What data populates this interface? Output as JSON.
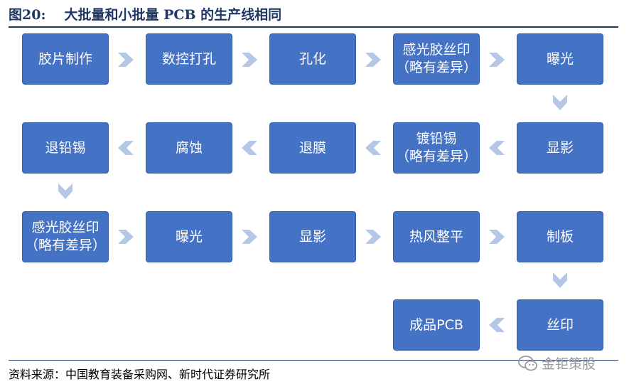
{
  "title": {
    "label": "图20:",
    "text": "大批量和小批量 PCB 的生产线相同"
  },
  "steps": {
    "s1": "胶片制作",
    "s2": "数控打孔",
    "s3": "孔化",
    "s4a": "感光胶丝印",
    "s4b": "（略有差异）",
    "s5": "曝光",
    "s6": "显影",
    "s7a": "镀铅锡",
    "s7b": "（略有差异）",
    "s8": "退膜",
    "s9": "腐蚀",
    "s10": "退铅锡",
    "s11a": "感光胶丝印",
    "s11b": "（略有差异）",
    "s12": "曝光",
    "s13": "显影",
    "s14": "热风整平",
    "s15": "制板",
    "s16": "丝印",
    "s17": "成品PCB"
  },
  "source": "资料来源：中国教育装备采购网、新时代证券研究所",
  "watermark": "金钜策股",
  "colors": {
    "box": "#4472c4",
    "arrow": "#b4c7e7",
    "title": "#1f3864"
  },
  "icons": {
    "arrow": "chevron-arrow-icon",
    "watermark": "wechat-icon"
  }
}
